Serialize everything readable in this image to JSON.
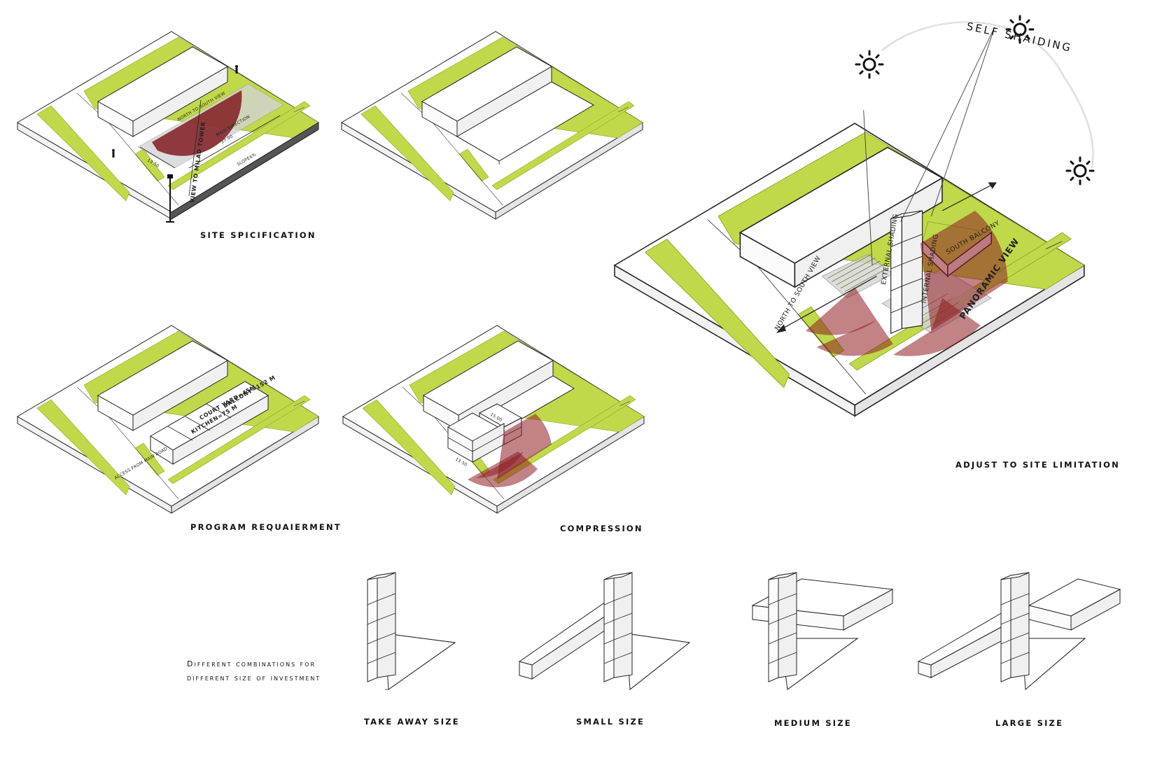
{
  "captions": {
    "site": "SITE SPICIFICATION",
    "program": "PROGRAM REQUAIERMENT",
    "compression": "COMPRESSION",
    "adjust": "ADJUST TO SITE LIMITATION",
    "takeaway": "TAKE AWAY SIZE",
    "small": "SMALL SIZE",
    "medium": "MEDIUM SIZE",
    "large": "LARGE SIZE"
  },
  "note": {
    "line1": "Different combinations for",
    "line2": "different size of investment"
  },
  "labels": {
    "view_milad": "VIEW TO MILAD TOWER",
    "north_south": "NORTH TO SOUTH VIEW",
    "main_direction": "MAIN DIRECTION",
    "dim_37": "37.00",
    "dim_1350": "13.50",
    "slope": "SLOPE6%",
    "balcony": "BALCONY=152 M",
    "courtyard": "COURT YARD=45M",
    "kitchen": "KITCHEN=75 M",
    "access": "ACCESS FROM MAIN ROAD",
    "dim_1500": "15.00",
    "dim_1350b": "13.50",
    "self_shading": "SELF SHAIDING",
    "panoramic": "PANORAMIC VIEW",
    "north_south_big": "NORTH TO SOUTH VIEW",
    "south_balcony": "SOUTH BALCONY",
    "external_shading": "EXTERNAL SHADING",
    "internal_shading": "INTERNAL SHADING"
  },
  "icons": [
    "sun-icon",
    "person-icon",
    "streetlight-icon"
  ],
  "colors": {
    "green": "#bfd94a",
    "red": "#8e1e22"
  }
}
